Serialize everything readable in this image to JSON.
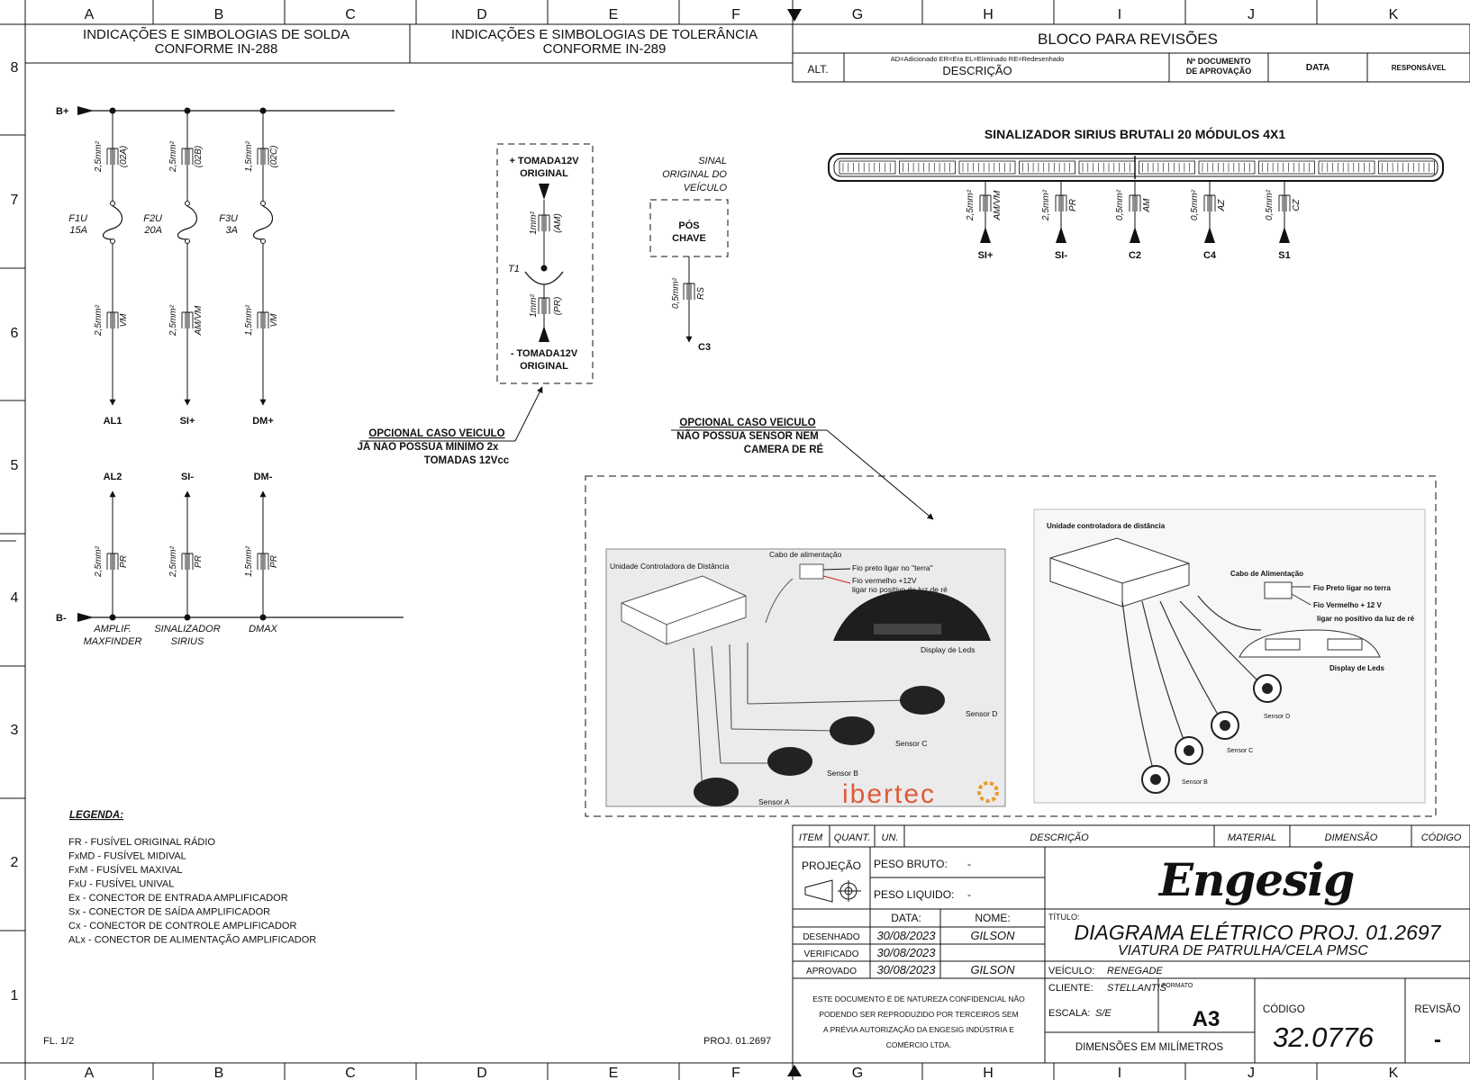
{
  "grid": {
    "cols": [
      "A",
      "B",
      "C",
      "D",
      "E",
      "F",
      "G",
      "H",
      "I",
      "J",
      "K"
    ],
    "rows": [
      "8",
      "7",
      "6",
      "5",
      "4",
      "3",
      "2",
      "1"
    ]
  },
  "header": {
    "solda_l1": "INDICAÇÕES E SIMBOLOGIAS DE SOLDA",
    "solda_l2": "CONFORME IN-288",
    "tol_l1": "INDICAÇÕES E SIMBOLOGIAS DE TOLERÂNCIA",
    "tol_l2": "CONFORME IN-289"
  },
  "revisions": {
    "title": "BLOCO PARA REVISÕES",
    "alt": "ALT.",
    "legend_codes": "AD=Adicionado   ER=Era   EL=Eliminado   RE=Redesenhado",
    "descricao": "DESCRIÇÃO",
    "doc_l1": "Nº DOCUMENTO",
    "doc_l2": "DE APROVAÇÃO",
    "data": "DATA",
    "responsavel": "RESPONSÁVEL"
  },
  "power": {
    "bplus": "B+",
    "bminus": "B-",
    "top": [
      {
        "gauge": "2,5mm²",
        "code": "(02A)",
        "fuse": "F1U",
        "amp": "15A",
        "gauge2": "2,5mm²",
        "color": "VM",
        "out": "AL1"
      },
      {
        "gauge": "2,5mm²",
        "code": "(02B)",
        "fuse": "F2U",
        "amp": "20A",
        "gauge2": "2,5mm²",
        "color": "AM/VM",
        "out": "SI+"
      },
      {
        "gauge": "1,5mm²",
        "code": "(02C)",
        "fuse": "F3U",
        "amp": "3A",
        "gauge2": "1,5mm²",
        "color": "VM",
        "out": "DM+"
      }
    ],
    "bottom": [
      {
        "in": "AL2",
        "gauge": "2,5mm²",
        "color": "PR",
        "name_l1": "AMPLIF.",
        "name_l2": "MAXFINDER"
      },
      {
        "in": "SI-",
        "gauge": "2,5mm²",
        "color": "PR",
        "name_l1": "SINALIZADOR",
        "name_l2": "SIRIUS"
      },
      {
        "in": "DM-",
        "gauge": "1,5mm²",
        "color": "PR",
        "name_l1": "DMAX",
        "name_l2": ""
      }
    ]
  },
  "socket": {
    "plus_l1": "+ TOMADA12V",
    "plus_l2": "ORIGINAL",
    "gauge_top": "1mm²",
    "color_top": "(AM)",
    "t1": "T1",
    "gauge_bot": "1mm²",
    "color_bot": "(PR)",
    "minus_l1": "- TOMADA12V",
    "minus_l2": "ORIGINAL",
    "note_l1": "OPCIONAL CASO VEICULO",
    "note_l2": "JÁ NAO POSSUA MINIMO 2x",
    "note_l3": "TOMADAS 12Vcc"
  },
  "signal": {
    "l1": "SINAL",
    "l2": "ORIGINAL DO",
    "l3": "VEÍCULO",
    "box_l1": "PÓS",
    "box_l2": "CHAVE",
    "gauge": "0,5mm²",
    "color": "RS",
    "out": "C3"
  },
  "lightbar": {
    "title": "SINALIZADOR SIRIUS BRUTALI 20 MÓDULOS 4X1",
    "wires": [
      {
        "gauge": "2,5mm²",
        "color": "AM/VM",
        "label": "SI+"
      },
      {
        "gauge": "2,5mm²",
        "color": "PR",
        "label": "SI-"
      },
      {
        "gauge": "0,5mm²",
        "color": "AM",
        "label": "C2"
      },
      {
        "gauge": "0,5mm²",
        "color": "AZ",
        "label": "C4"
      },
      {
        "gauge": "0,5mm²",
        "color": "CZ",
        "label": "S1"
      }
    ]
  },
  "sensor_note": {
    "l1": "OPCIONAL CASO VEICULO",
    "l2": "NÃO POSSUA SENSOR NEM",
    "l3": "CAMERA DE RÉ"
  },
  "photo1": {
    "unit": "Unidade Controladora de Distância",
    "cable": "Cabo de alimentação",
    "black": "Fio preto ligar no \"terra\"",
    "red_l1": "Fio vermelho +12V",
    "red_l2": "ligar no positivo da luz de ré",
    "display": "Display de Leds",
    "sA": "Sensor A",
    "sB": "Sensor B",
    "sC": "Sensor C",
    "sD": "Sensor D",
    "brand": "ibertec"
  },
  "photo2": {
    "unit": "Unidade controladora de distância",
    "cable": "Cabo de Alimentação",
    "black": "Fio Preto ligar no terra",
    "red_l1": "Fio Vermelho + 12 V",
    "red_l2": "ligar no positivo da luz de ré",
    "display": "Display de Leds",
    "sD": "Sensor D",
    "sC": "Sensor C",
    "sB": "Sensor B"
  },
  "legend": {
    "title": "LEGENDA:",
    "items": [
      "FR - FUSÍVEL ORIGINAL RÁDIO",
      "FxMD - FUSÍVEL MIDIVAL",
      "FxM - FUSÍVEL MAXIVAL",
      "FxU - FUSÍVEL UNIVAL",
      "Ex - CONECTOR DE ENTRADA AMPLIFICADOR",
      "Sx - CONECTOR DE SAÍDA AMPLIFICADOR",
      "Cx - CONECTOR DE CONTROLE AMPLIFICADOR",
      "ALx - CONECTOR DE ALIMENTAÇÃO AMPLIFICADOR"
    ]
  },
  "footer": {
    "fl": "FL. 1/2",
    "proj": "PROJ. 01.2697"
  },
  "titleblock": {
    "item": "ITEM",
    "quant": "QUANT.",
    "un": "UN.",
    "descricao": "DESCRIÇÃO",
    "material": "MATERIAL",
    "dimensao": "DIMENSÃO",
    "codigo_h": "CÓDIGO",
    "projecao": "PROJEÇÃO",
    "peso_bruto": "PESO BRUTO:",
    "peso_bruto_val": "-",
    "peso_liq": "PESO LIQUIDO:",
    "peso_liq_val": "-",
    "data": "DATA:",
    "nome": "NOME:",
    "desenhado": "DESENHADO",
    "desenhado_data": "30/08/2023",
    "desenhado_nome": "GILSON",
    "verificado": "VERIFICADO",
    "verificado_data": "30/08/2023",
    "aprovado": "APROVADO",
    "aprovado_data": "30/08/2023",
    "aprovado_nome": "GILSON",
    "logo": "Engesig",
    "titulo_lbl": "TÍTULO:",
    "titulo_l1": "DIAGRAMA ELÉTRICO PROJ. 01.2697",
    "titulo_l2": "VIATURA DE PATRULHA/CELA PMSC",
    "veiculo_lbl": "VEÍCULO:",
    "veiculo": "RENEGADE",
    "cliente_lbl": "CLIENTE:",
    "cliente": "STELLANTIS",
    "conf_l1": "ESTE DOCUMENTO É DE NATUREZA CONFIDENCIAL NÃO",
    "conf_l2": "PODENDO SER REPRODUZIDO POR  TERCEIROS SEM",
    "conf_l3": "A PRÉVIA AUTORIZAÇÃO DA ENGESIG INDÚSTRIA E",
    "conf_l4": "COMÉRCIO LTDA.",
    "escala_lbl": "ESCALA:",
    "escala": "S/E",
    "formato_lbl": "FORMATO",
    "formato": "A3",
    "codigo_lbl": "CÓDIGO",
    "codigo": "32.0776",
    "revisao_lbl": "REVISÃO",
    "revisao": "-",
    "dimensoes": "DIMENSÕES EM MILÍMETROS"
  }
}
